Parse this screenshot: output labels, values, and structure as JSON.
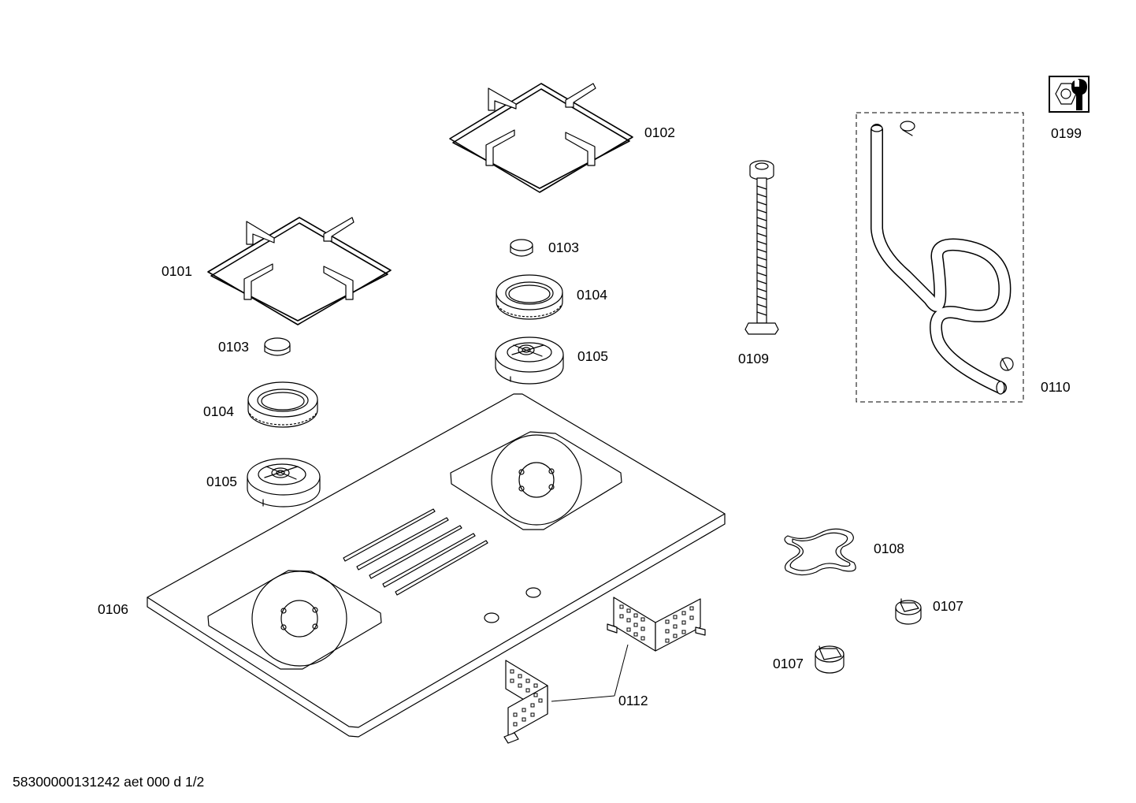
{
  "parts": {
    "grate_left": "0101",
    "grate_right": "0102",
    "cap_right": "0103",
    "cap_left": "0103",
    "ring_right": "0104",
    "ring_left": "0104",
    "head_right": "0105",
    "head_left": "0105",
    "hob_top": "0106",
    "knob_upper": "0107",
    "knob_lower": "0107",
    "wok_adapter": "0108",
    "gas_pipe": "0109",
    "hose_kit": "0110",
    "brackets": "0112",
    "service_kit": "0199"
  },
  "footer": "58300000131242 aet 000 d 1/2"
}
